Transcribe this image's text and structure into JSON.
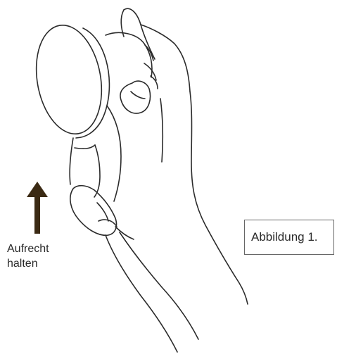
{
  "labels": {
    "upright_hold": "Aufrecht\nhalten",
    "figure_caption": "Abbildung 1."
  },
  "icons": {
    "arrow": "arrow-up-icon",
    "illustration": "hand-holding-device-illustration"
  },
  "colors": {
    "line": "#2b2b2b",
    "arrow": "#3b2a14",
    "caption_border": "#666666",
    "background": "#ffffff"
  }
}
